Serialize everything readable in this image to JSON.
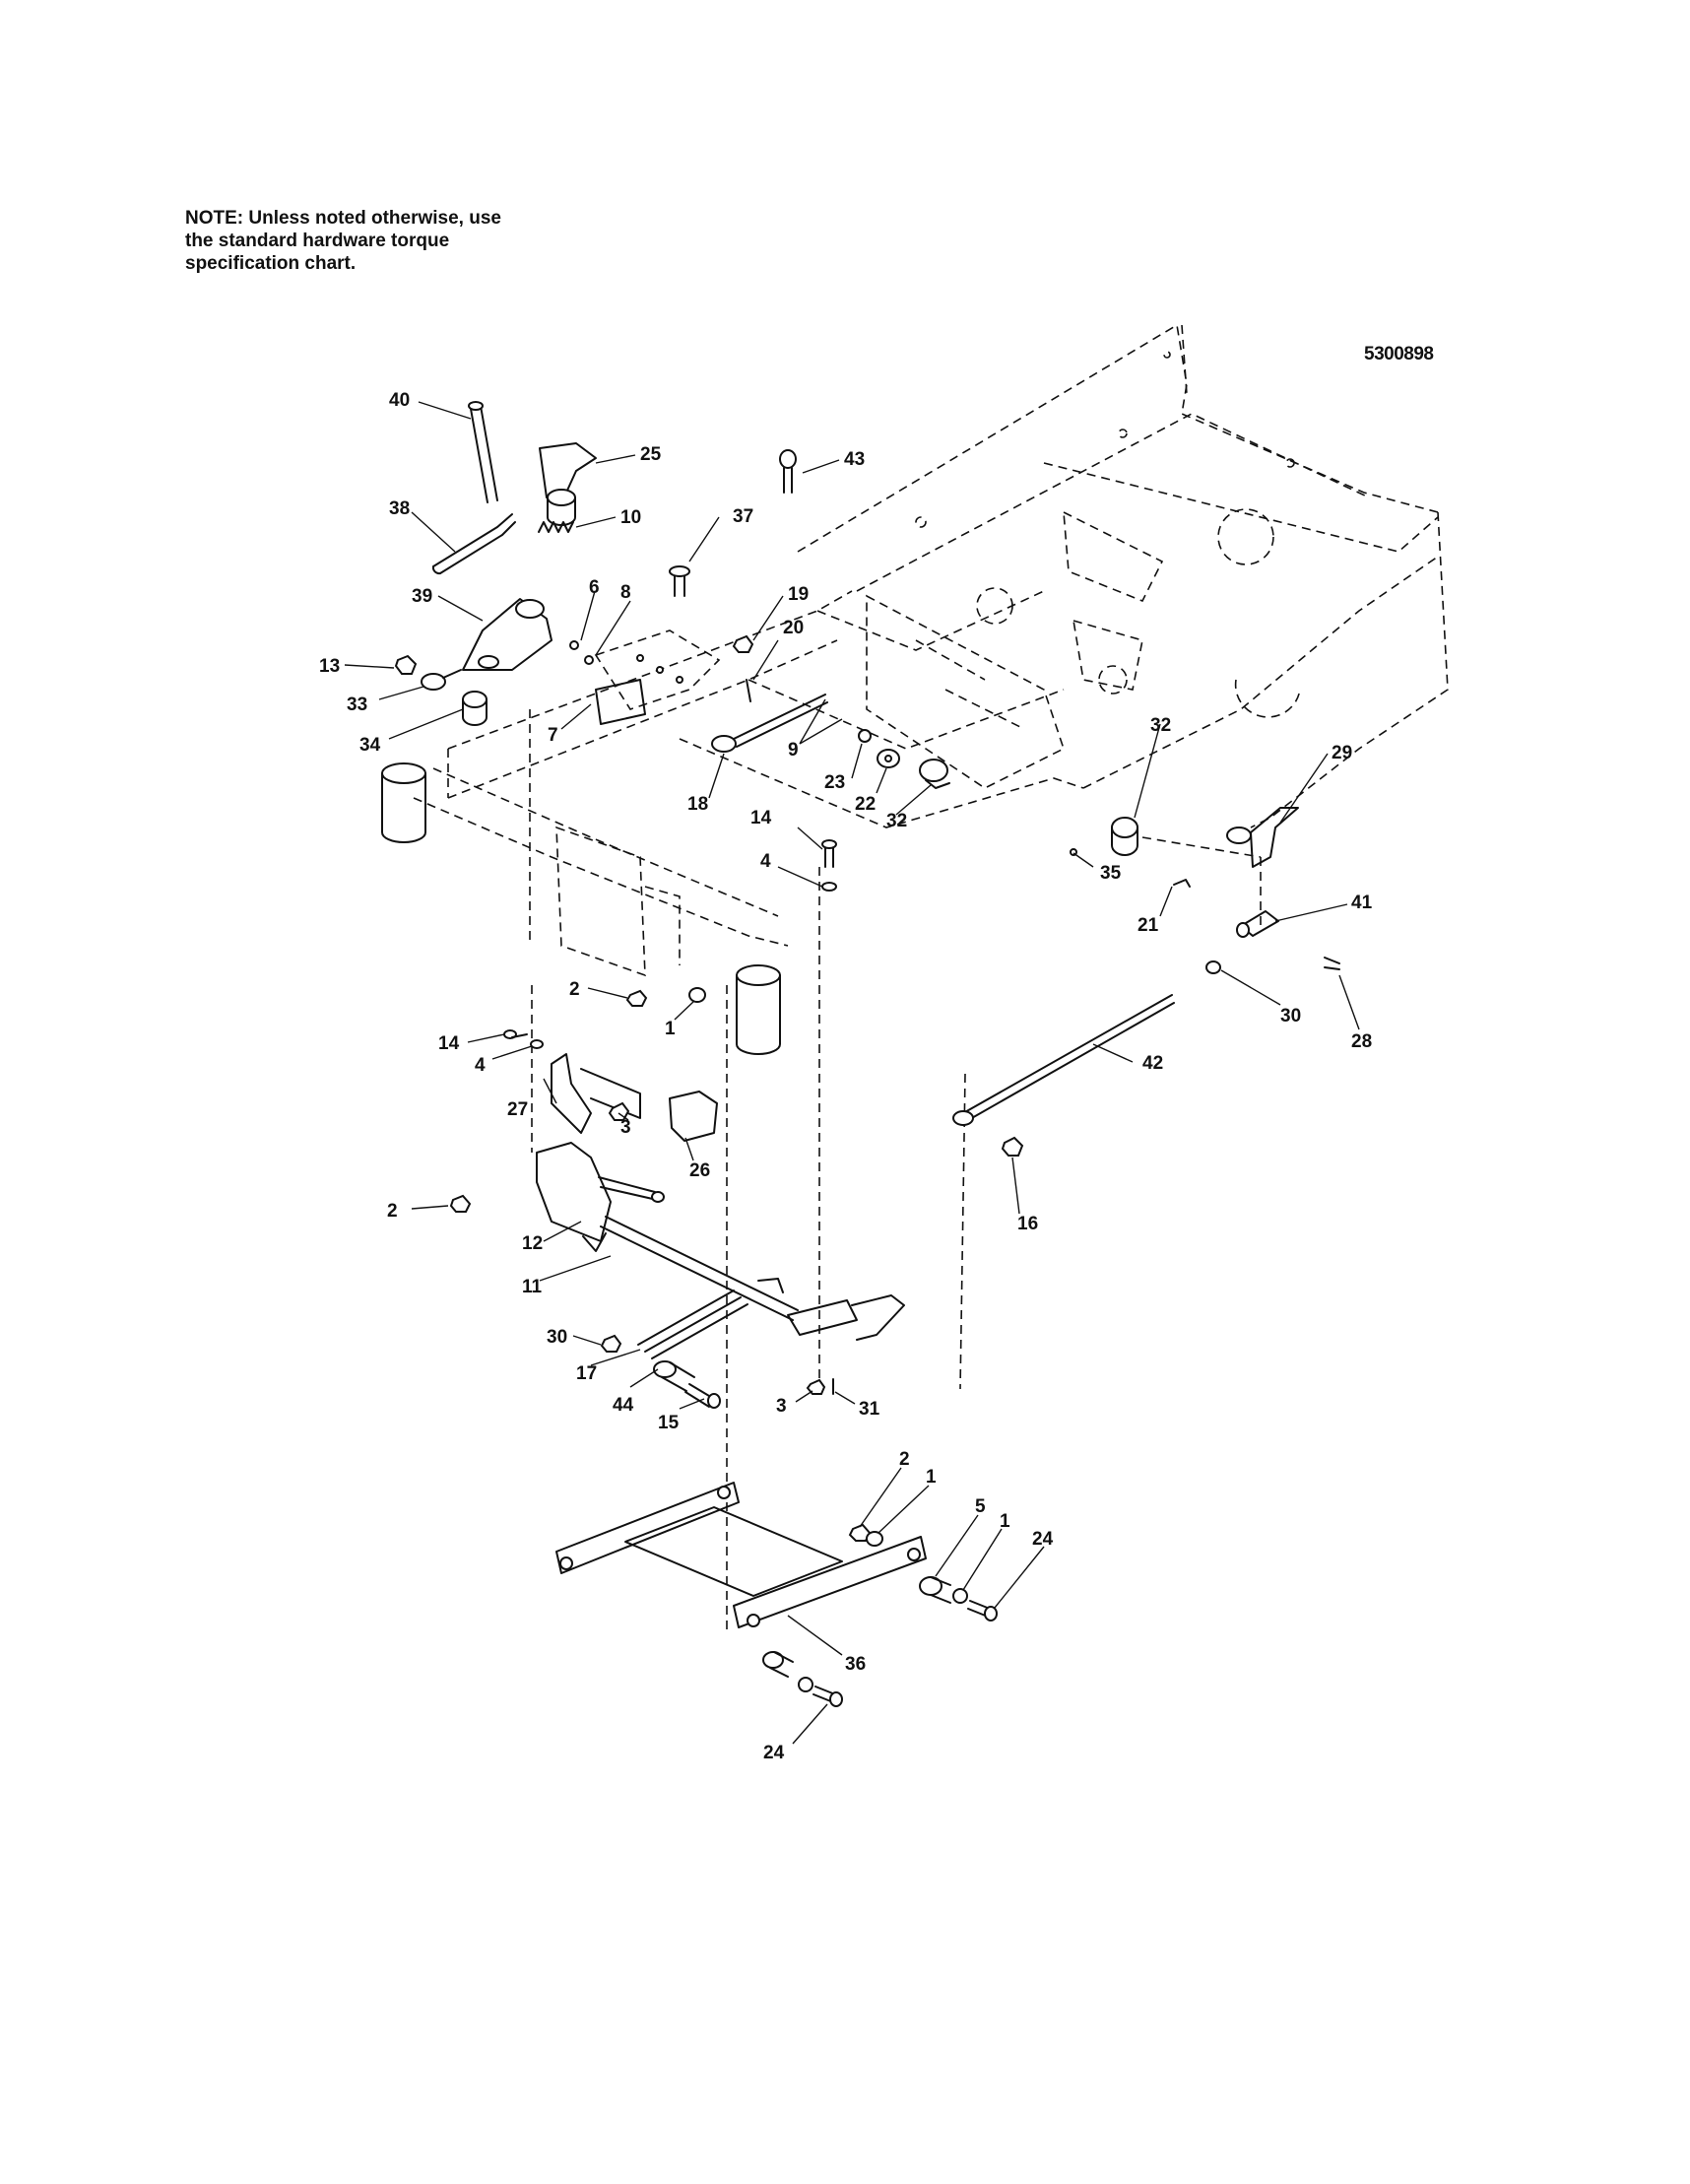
{
  "note": {
    "lines": [
      "NOTE: Unless noted otherwise, use",
      "the standard hardware torque",
      "specification chart."
    ]
  },
  "drawing_id": "5300898",
  "callouts": [
    {
      "n": "40"
    },
    {
      "n": "25"
    },
    {
      "n": "43"
    },
    {
      "n": "38"
    },
    {
      "n": "10"
    },
    {
      "n": "37"
    },
    {
      "n": "39"
    },
    {
      "n": "6"
    },
    {
      "n": "8"
    },
    {
      "n": "19"
    },
    {
      "n": "20"
    },
    {
      "n": "13"
    },
    {
      "n": "33"
    },
    {
      "n": "7"
    },
    {
      "n": "34"
    },
    {
      "n": "9"
    },
    {
      "n": "23"
    },
    {
      "n": "22"
    },
    {
      "n": "32"
    },
    {
      "n": "18"
    },
    {
      "n": "32"
    },
    {
      "n": "29"
    },
    {
      "n": "14"
    },
    {
      "n": "35"
    },
    {
      "n": "4"
    },
    {
      "n": "21"
    },
    {
      "n": "41"
    },
    {
      "n": "2"
    },
    {
      "n": "1"
    },
    {
      "n": "30"
    },
    {
      "n": "28"
    },
    {
      "n": "14"
    },
    {
      "n": "4"
    },
    {
      "n": "42"
    },
    {
      "n": "27"
    },
    {
      "n": "3"
    },
    {
      "n": "26"
    },
    {
      "n": "16"
    },
    {
      "n": "2"
    },
    {
      "n": "12"
    },
    {
      "n": "11"
    },
    {
      "n": "30"
    },
    {
      "n": "17"
    },
    {
      "n": "44"
    },
    {
      "n": "15"
    },
    {
      "n": "3"
    },
    {
      "n": "31"
    },
    {
      "n": "2"
    },
    {
      "n": "1"
    },
    {
      "n": "5"
    },
    {
      "n": "1"
    },
    {
      "n": "24"
    },
    {
      "n": "36"
    },
    {
      "n": "24"
    }
  ]
}
